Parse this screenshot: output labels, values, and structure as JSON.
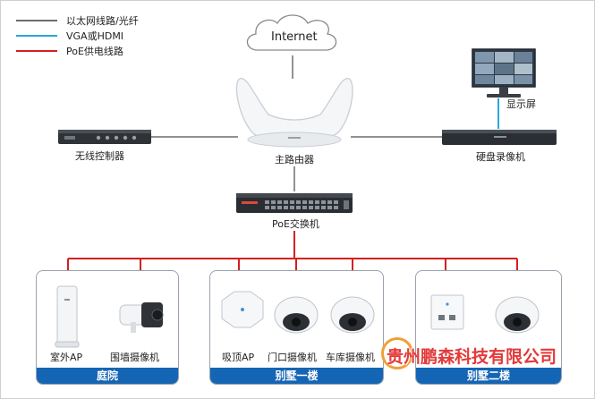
{
  "legend": [
    {
      "label": "以太网线路/光纤",
      "color": "#6d6d6d"
    },
    {
      "label": "VGA或HDMI",
      "color": "#2aa7d8"
    },
    {
      "label": "PoE供电线路",
      "color": "#d42020"
    }
  ],
  "nodes": {
    "internet": "Internet",
    "wireless_controller": "无线控制器",
    "main_router": "主路由器",
    "display": "显示屏",
    "nvr": "硬盘录像机",
    "poe_switch": "PoE交换机"
  },
  "groups": [
    {
      "title": "庭院",
      "devices": [
        "室外AP",
        "围墙摄像机"
      ]
    },
    {
      "title": "别墅一楼",
      "devices": [
        "吸顶AP",
        "门口摄像机",
        "车库摄像机"
      ]
    },
    {
      "title": "别墅二楼",
      "devices": [
        "",
        ""
      ]
    }
  ],
  "watermark": "贵州鹏森科技有限公司",
  "colors": {
    "ethernet": "#6d6d6d",
    "vga": "#2aa7d8",
    "poe": "#d42020",
    "group_bar": "#1565b5"
  }
}
